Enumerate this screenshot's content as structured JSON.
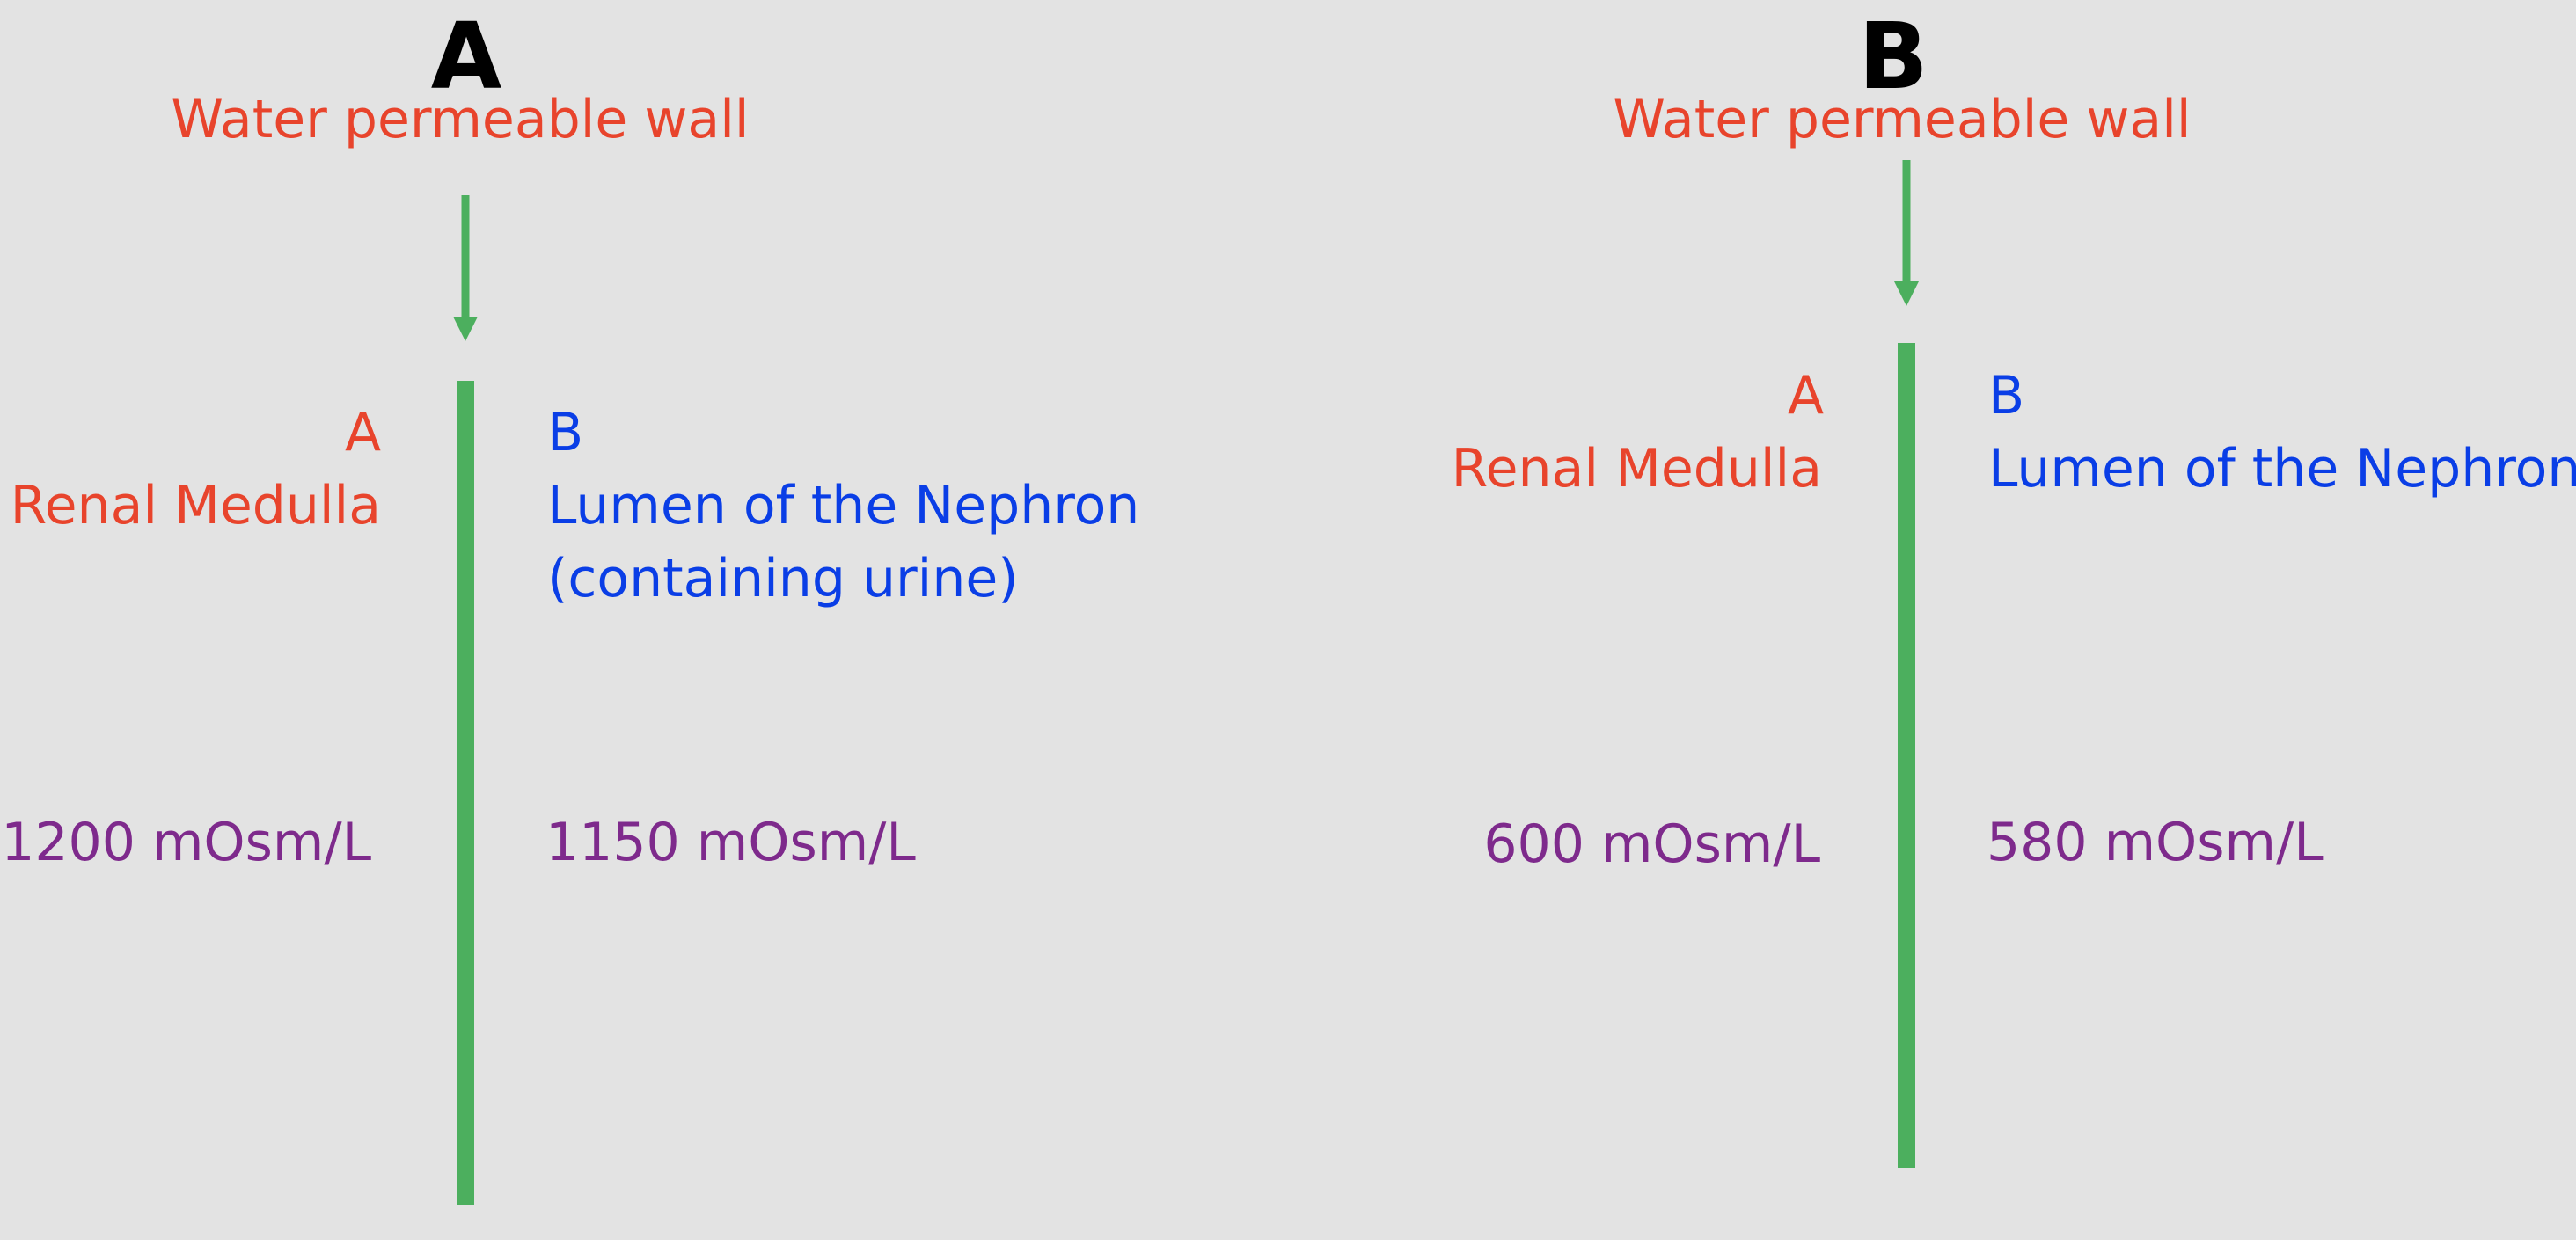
{
  "colors": {
    "background": "#e3e3e3",
    "title": "#000000",
    "wall_label": "#e8442c",
    "side_a": "#e8442c",
    "side_b": "#0a3ee6",
    "concentration": "#7e2a8c",
    "wall": "#4caf5e"
  },
  "panels": [
    {
      "title": "A",
      "wall_label": "Water permeable wall",
      "side_a": {
        "letter": "A",
        "name": "Renal Medulla",
        "concentration": "1200 mOsm/L"
      },
      "side_b": {
        "letter": "B",
        "name": "Lumen of the Nephron",
        "note": "(containing urine)",
        "concentration": "1150 mOsm/L"
      }
    },
    {
      "title": "B",
      "wall_label": "Water permeable wall",
      "side_a": {
        "letter": "A",
        "name": "Renal Medulla",
        "concentration": "600 mOsm/L"
      },
      "side_b": {
        "letter": "B",
        "name": "Lumen of the Nephron",
        "concentration": "580 mOsm/L"
      }
    }
  ]
}
